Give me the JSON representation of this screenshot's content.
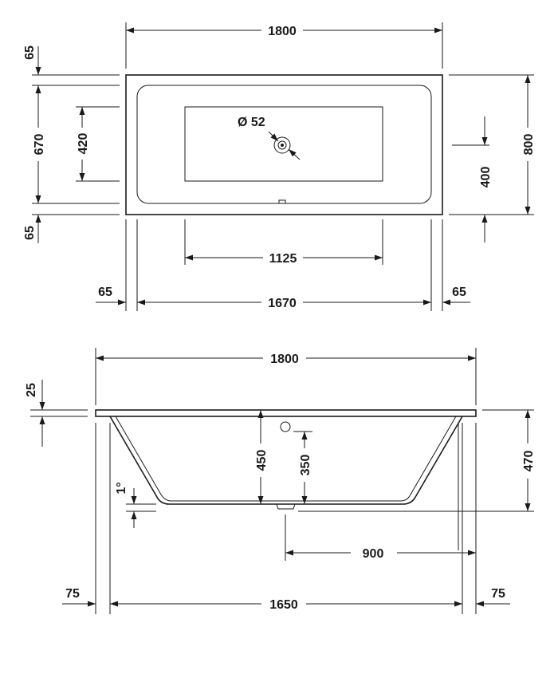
{
  "top_view": {
    "overall_length": "1800",
    "overall_width": "800",
    "rim_top": "65",
    "rim_bottom": "65",
    "inner_width": "670",
    "floor_width": "420",
    "floor_length": "1125",
    "drain_offset": "400",
    "drain_diameter": "Ø 52",
    "rim_left": "65",
    "inner_length": "1670",
    "rim_right": "65"
  },
  "side_view": {
    "overall_length": "1800",
    "rim_thickness": "25",
    "inner_depth": "450",
    "overflow_height": "350",
    "overall_height": "470",
    "floor_slope": "1°",
    "drain_to_end": "900",
    "rim_left": "75",
    "floor_length": "1650",
    "rim_right": "75"
  }
}
